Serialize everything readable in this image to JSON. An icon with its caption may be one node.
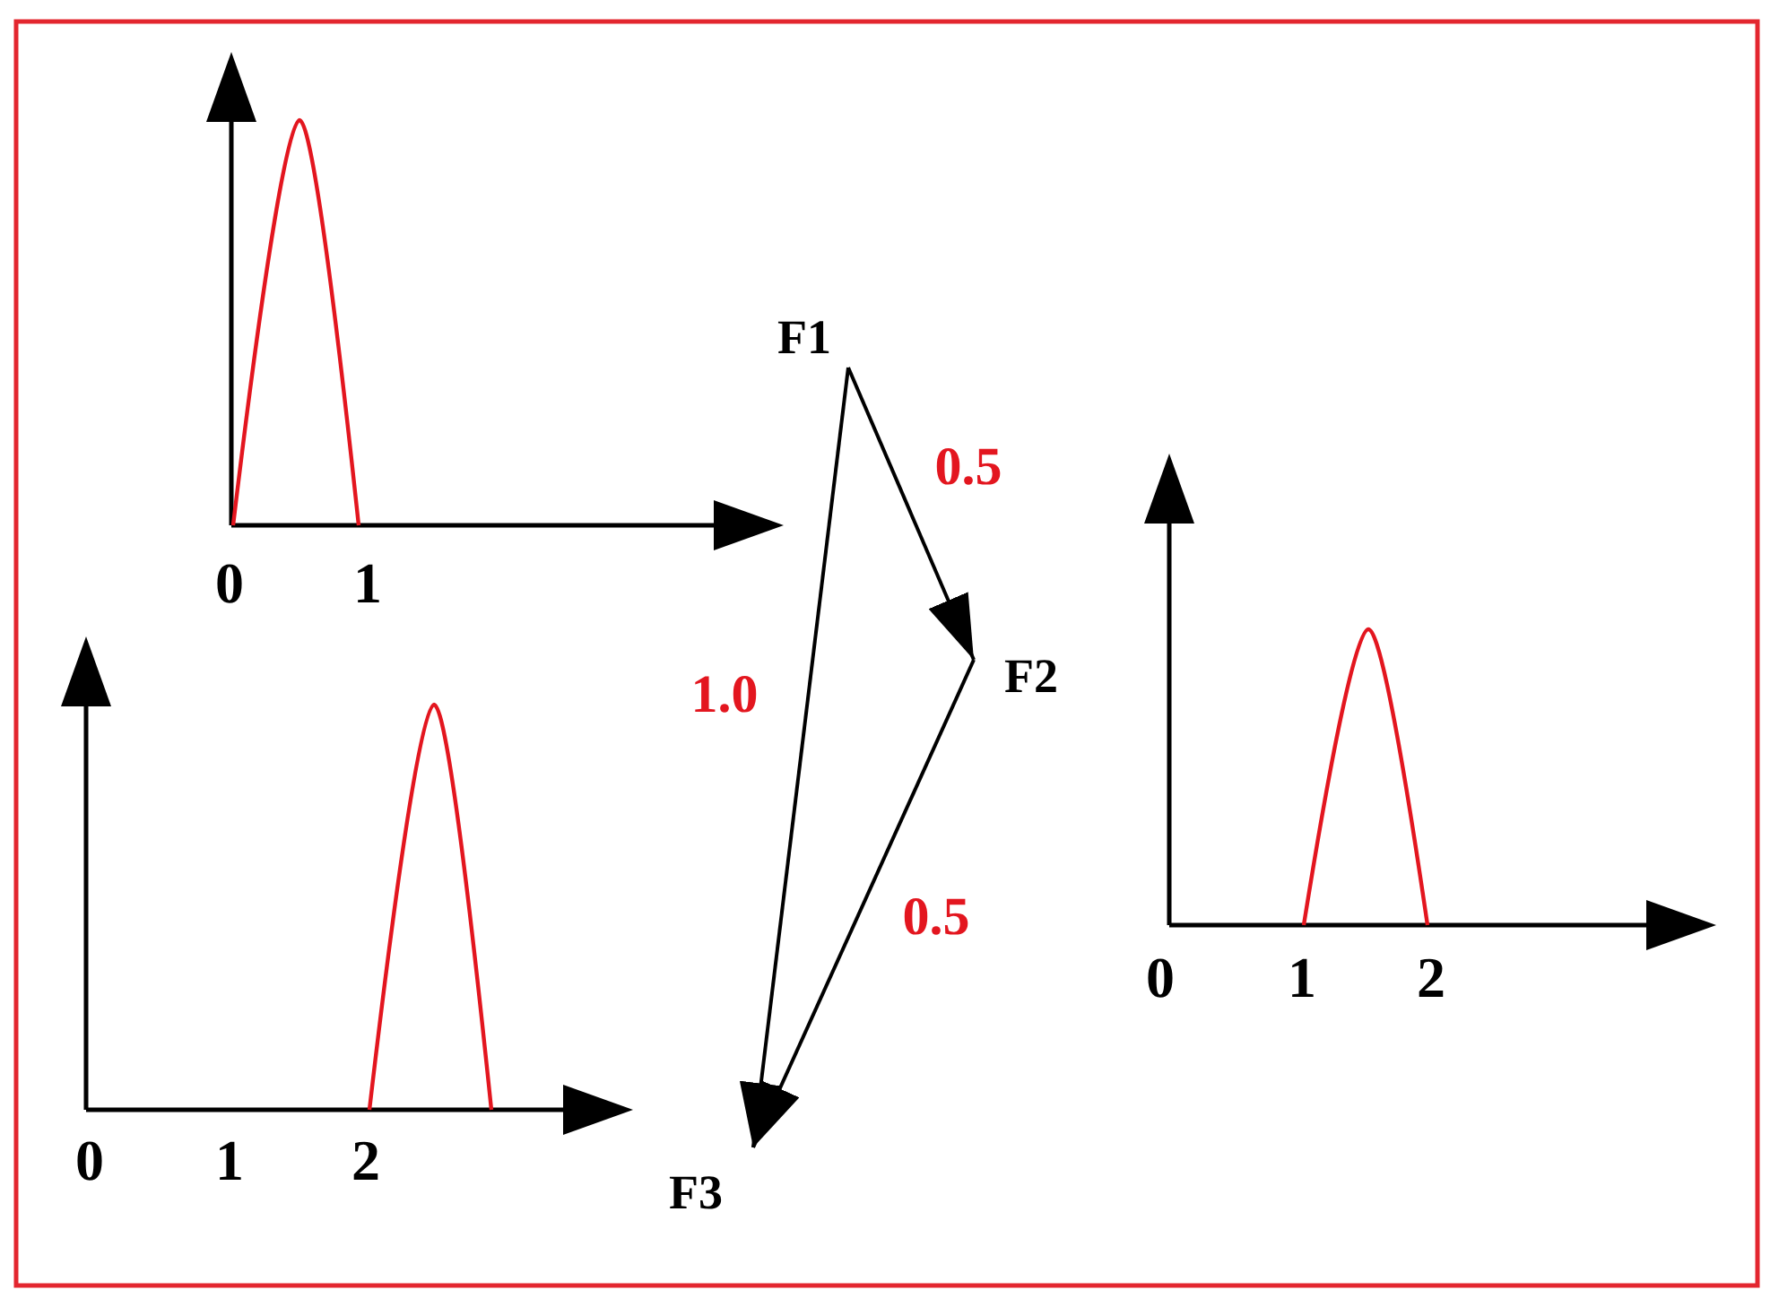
{
  "diagram": {
    "nodes": [
      {
        "text": [
          "F1"
        ]
      },
      {
        "text": [
          "F2"
        ]
      },
      {
        "text": [
          "F3"
        ]
      }
    ],
    "edges": [
      {
        "from": 0,
        "to": 1,
        "arrow": "to",
        "label": "0.5"
      },
      {
        "from": 1,
        "to": 2,
        "arrow": "to",
        "label": "0.5"
      },
      {
        "from": 0,
        "to": 2,
        "arrow": "to",
        "label": "1.0"
      }
    ],
    "labels": [
      "0",
      "1",
      "0",
      "1",
      "2",
      "0",
      "1",
      "2"
    ]
  }
}
